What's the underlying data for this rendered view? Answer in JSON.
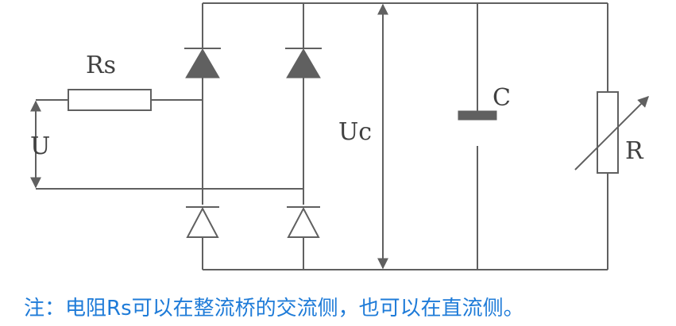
{
  "labels": {
    "rs": "Rs",
    "u": "U",
    "uc": "Uc",
    "c": "C",
    "r": "R"
  },
  "note": "注：电阻Rs可以在整流桥的交流侧，也可以在直流侧。",
  "colors": {
    "line": "#606060",
    "label": "#404040",
    "note": "#1e7bd8"
  }
}
